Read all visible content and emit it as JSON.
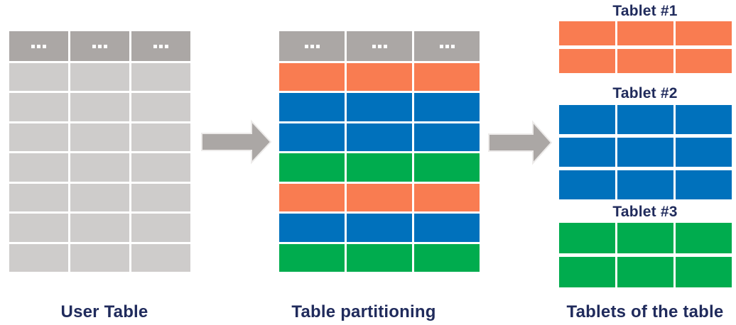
{
  "colors": {
    "orange": "#F97C51",
    "blue": "#0071BC",
    "green": "#00AC4E",
    "header_gray": "#ABA7A5",
    "row_gray": "#CECCCB",
    "arrow_gray": "#ABA7A5",
    "arrow_outline": "#EDEBEA",
    "label_navy": "#202B5C",
    "background": "#FFFFFF"
  },
  "user_table": {
    "label": "User Table",
    "columns": 3,
    "header_cells": [
      "...",
      "...",
      "..."
    ],
    "row_colors": [
      "row_gray",
      "row_gray",
      "row_gray",
      "row_gray",
      "row_gray",
      "row_gray",
      "row_gray"
    ]
  },
  "partitioned_table": {
    "label": "Table partitioning",
    "columns": 3,
    "header_cells": [
      "...",
      "...",
      "..."
    ],
    "row_colors": [
      "orange",
      "blue",
      "blue",
      "green",
      "orange",
      "blue",
      "green"
    ]
  },
  "tablets": {
    "label": "Tablets of the table",
    "items": [
      {
        "title": "Tablet #1",
        "color": "orange",
        "rows": 2,
        "columns": 3
      },
      {
        "title": "Tablet #2",
        "color": "blue",
        "rows": 3,
        "columns": 3
      },
      {
        "title": "Tablet #3",
        "color": "green",
        "rows": 2,
        "columns": 3
      }
    ]
  },
  "arrows": [
    {
      "name": "user-to-partition",
      "direction": "right"
    },
    {
      "name": "partition-to-tablets",
      "direction": "right"
    }
  ]
}
